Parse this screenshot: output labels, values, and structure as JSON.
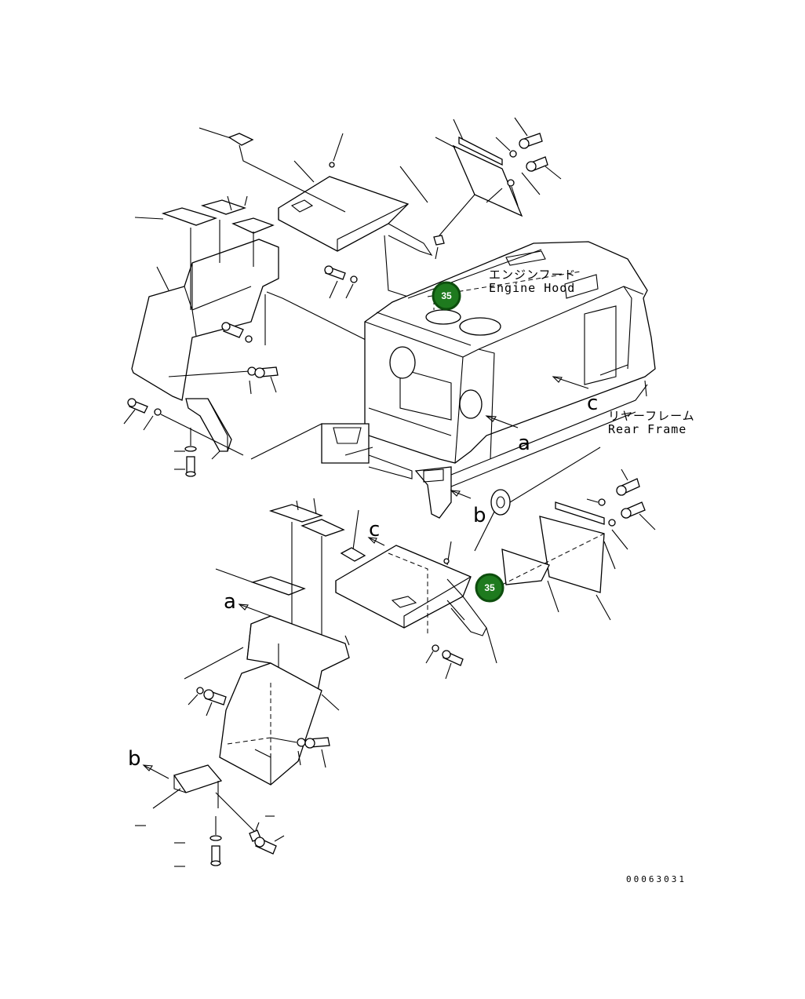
{
  "labels": {
    "engine_hood_jp": "エンジンフード",
    "engine_hood_en": "Engine Hood",
    "rear_frame_jp": "リヤーフレーム",
    "rear_frame_en": "Rear Frame"
  },
  "view_letters": {
    "a": "a",
    "b": "b",
    "c": "c"
  },
  "callouts": [
    {
      "label": "35",
      "color": "#1e7a1e"
    },
    {
      "label": "35",
      "color": "#1e7a1e"
    }
  ],
  "drawing_number": "00063031"
}
